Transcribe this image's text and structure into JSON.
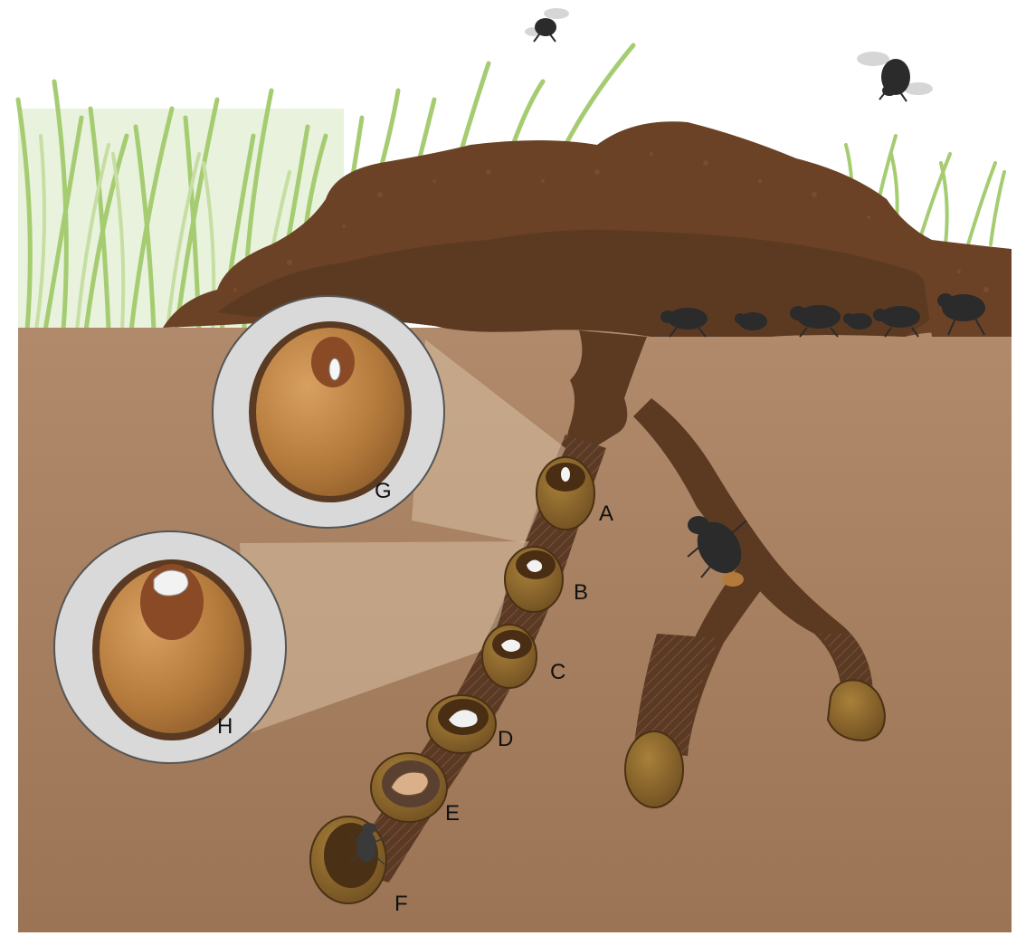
{
  "labels": {
    "a": "A",
    "b": "B",
    "c": "C",
    "d": "D",
    "e": "E",
    "f": "F",
    "g": "G",
    "h": "H"
  },
  "colors": {
    "soil": "#a07a5a",
    "dung": "#6b4226",
    "dung_dark": "#4d2e1c",
    "tunnel": "#5c3a22",
    "brood_ball": "#b87a3c",
    "beetle": "#2b2b2b",
    "inset_bg": "#d9d9d9",
    "grass": "#9cc46a"
  }
}
